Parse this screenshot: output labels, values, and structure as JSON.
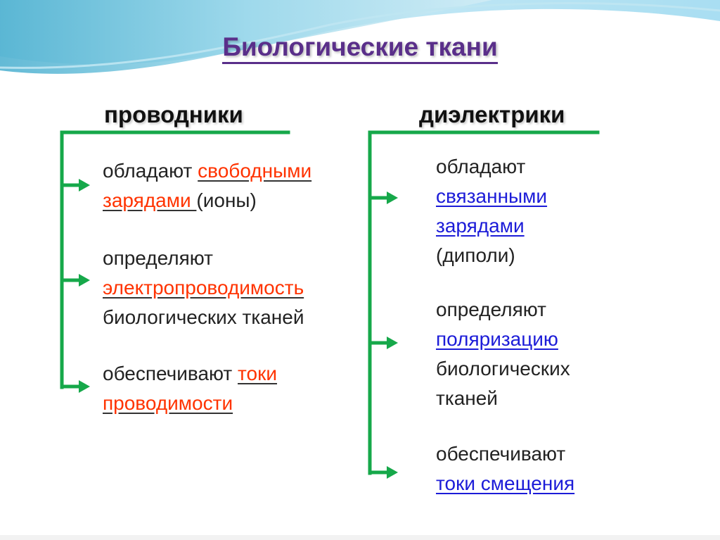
{
  "title": "Биологические ткани",
  "left": {
    "heading": "проводники",
    "items": [
      {
        "prefix": "обладают ",
        "hl1": "свободными",
        "hl2": "зарядами ",
        "suffix": "(ионы)"
      },
      {
        "line1": "определяют",
        "hl": "электропроводимость",
        "line3": "биологических тканей"
      },
      {
        "prefix": "обеспечивают ",
        "hl1": "токи",
        "hl2": "проводимости"
      }
    ]
  },
  "right": {
    "heading": "диэлектрики",
    "items": [
      {
        "line1": "обладают",
        "hl1": "связанными",
        "hl2": "зарядами",
        "line4": "(диполи)"
      },
      {
        "line1": "определяют",
        "hl": "поляризацию",
        "line3": "биологических",
        "line4": "тканей"
      },
      {
        "line1": "обеспечивают",
        "hl": "токи смещения"
      }
    ]
  },
  "colors": {
    "title": "#5a2f8a",
    "connector": "#16a84a",
    "highlight_left": "#ff3300",
    "highlight_right": "#1c1cd8"
  }
}
